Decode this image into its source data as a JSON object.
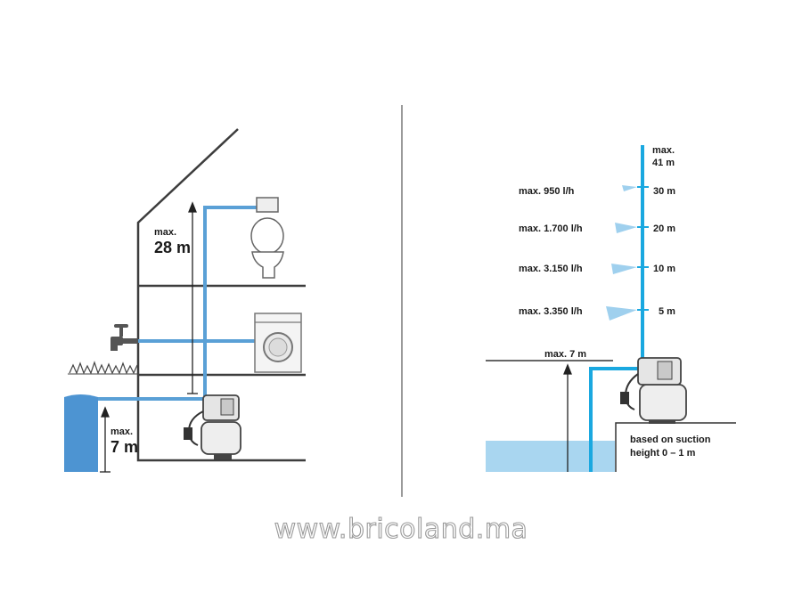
{
  "left_diagram": {
    "height_upper": {
      "prefix": "max.",
      "value": "28 m"
    },
    "height_lower": {
      "prefix": "max.",
      "value": "7 m"
    }
  },
  "right_diagram": {
    "top_label": {
      "line1": "max.",
      "line2": "41 m"
    },
    "outlets": [
      {
        "flow": "max. 950 l/h",
        "height": "30 m"
      },
      {
        "flow": "max. 1.700 l/h",
        "height": "20 m"
      },
      {
        "flow": "max. 3.150 l/h",
        "height": "10 m"
      },
      {
        "flow": "max. 3.350 l/h",
        "height": "5 m"
      }
    ],
    "suction_label": "max. 7 m",
    "note": {
      "line1": "based on suction",
      "line2": "height 0 – 1 m"
    }
  },
  "watermark": "www.bricoland.ma",
  "colors": {
    "pipe": "#5aa0d6",
    "pipe_right": "#1aa8e0",
    "water": "#4d94d2",
    "pool": "#a9d6f0",
    "line": "#3d3d3d"
  }
}
